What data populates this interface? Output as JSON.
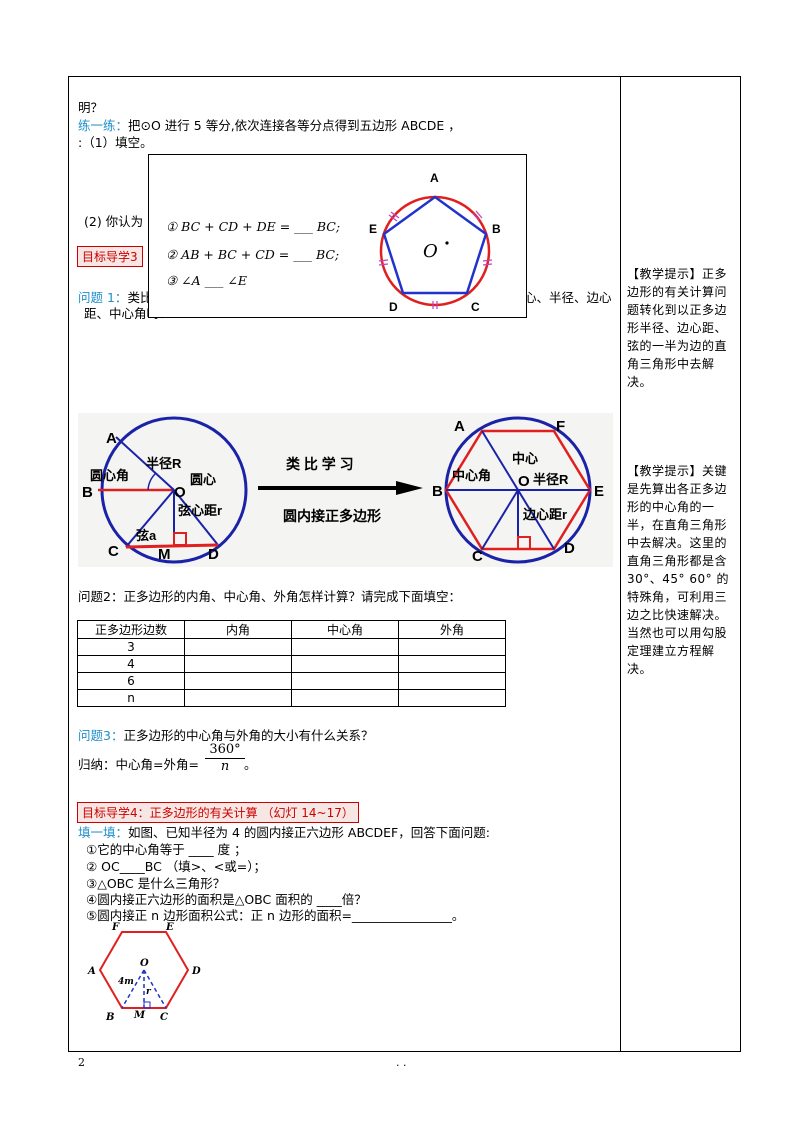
{
  "top": {
    "line1": "明？",
    "practice_label": "练一练：",
    "practice_text": "把⊙O 进行 5 等分,依次连接各等分点得到五边形 ABCDE ，",
    "fill_intro": ":（1）填空。",
    "q2_fragment": "(2) 你认为"
  },
  "popup": {
    "item1": "① BC + CD + DE = ___ BC;",
    "item2": "② AB + BC + CD = ___ BC;",
    "item3": "③ ∠A ___ ∠E",
    "pentagon_labels": [
      "A",
      "B",
      "C",
      "D",
      "E"
    ],
    "center_label": "O"
  },
  "section3": {
    "header": "目标导学3",
    "q1_label": "问题 1：",
    "q1_text": "类比",
    "q1_text_right": "心、半径、边心",
    "q1_line2": "距、中心角吗？"
  },
  "diagram": {
    "left_labels": {
      "A": "A",
      "B": "B",
      "C": "C",
      "D": "D",
      "M": "M",
      "O": "O"
    },
    "left_terms": {
      "radius": "半径R",
      "center_angle": "圆心角",
      "center": "圆心",
      "apothem": "弦心距r",
      "chord": "弦a"
    },
    "arrow_top": "类 比 学 习",
    "arrow_bottom": "圆内接正多边形",
    "right_labels": {
      "A": "A",
      "F": "F",
      "B": "B",
      "E": "E",
      "C": "C",
      "D": "D",
      "O": "O"
    },
    "right_terms": {
      "center": "中心",
      "center_angle": "中心角",
      "radius": "半径R",
      "apothem": "边心距r"
    }
  },
  "q2": {
    "text": "问题2：正多边形的内角、中心角、外角怎样计算？请完成下面填空：",
    "headers": [
      "正多边形边数",
      "内角",
      "中心角",
      "外角"
    ],
    "rows": [
      "3",
      "4",
      "6",
      "n"
    ]
  },
  "q3": {
    "label": "问题3：",
    "text": "正多边形的中心角与外角的大小有什么关系？",
    "conclusion_prefix": "归纳：中心角=外角=",
    "numerator": "360°",
    "denominator": "n",
    "suffix": "。"
  },
  "section4": {
    "header": "目标导学4：正多边形的有关计算 （幻灯 14~17）",
    "fill_label": "填一填：",
    "fill_text": "如图、已知半径为 4 的圆内接正六边形 ABCDEF，回答下面问题:",
    "items": [
      "①它的中心角等于 ____ 度 ；",
      "② OC____BC （填>、<或=）；",
      "③△OBC 是什么三角形？",
      "④圆内接正六边形的面积是△OBC 面积的 ____倍？",
      "⑤圆内接正 n 边形面积公式：正 n 边形的面积=________________。"
    ],
    "hex_labels": {
      "A": "A",
      "B": "B",
      "C": "C",
      "D": "D",
      "E": "E",
      "F": "F",
      "O": "O",
      "M": "M",
      "r": "r",
      "m": "4m"
    }
  },
  "notes": [
    "【教学提示】正多边形的有关计算问题转化到以正多边形半径、边心距、弦的一半为边的直角三角形中去解决。",
    "【教学提示】关键是先算出各正多边形的中心角的一半，在直角三角形中去解决。这里的直角三角形都是含30°、45° 60° 的特殊角，可利用三边之比快速解决。当然也可以用勾股定理建立方程解决。"
  ],
  "footer": {
    "page": "2",
    "dots": ". ."
  }
}
